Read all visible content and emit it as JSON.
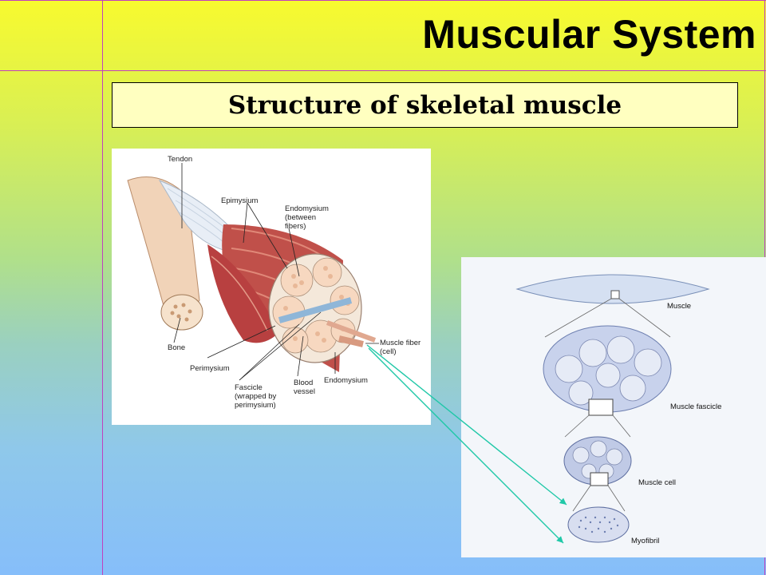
{
  "title": "Muscular System",
  "subtitle": "Structure of skeletal muscle",
  "left_diagram": {
    "labels": {
      "tendon": "Tendon",
      "epimysium": "Epimysium",
      "endomysium_top_1": "Endomysium",
      "endomysium_top_2": "(between",
      "endomysium_top_3": "fibers)",
      "bone": "Bone",
      "perimysium": "Perimysium",
      "fascicle_1": "Fascicle",
      "fascicle_2": "(wrapped by",
      "fascicle_3": "perimysium)",
      "blood_1": "Blood",
      "blood_2": "vessel",
      "endomysium_bottom": "Endomysium",
      "muscle_fiber_1": "Muscle fiber",
      "muscle_fiber_2": "(cell)"
    }
  },
  "right_diagram": {
    "labels": {
      "muscle": "Muscle",
      "muscle_fascicle": "Muscle fascicle",
      "muscle_cell": "Muscle cell",
      "myofibril": "Myofibril"
    }
  },
  "colors": {
    "arrow": "#20c8a8",
    "muscle_red": "#c0504a",
    "guide_line": "#c040c0"
  }
}
